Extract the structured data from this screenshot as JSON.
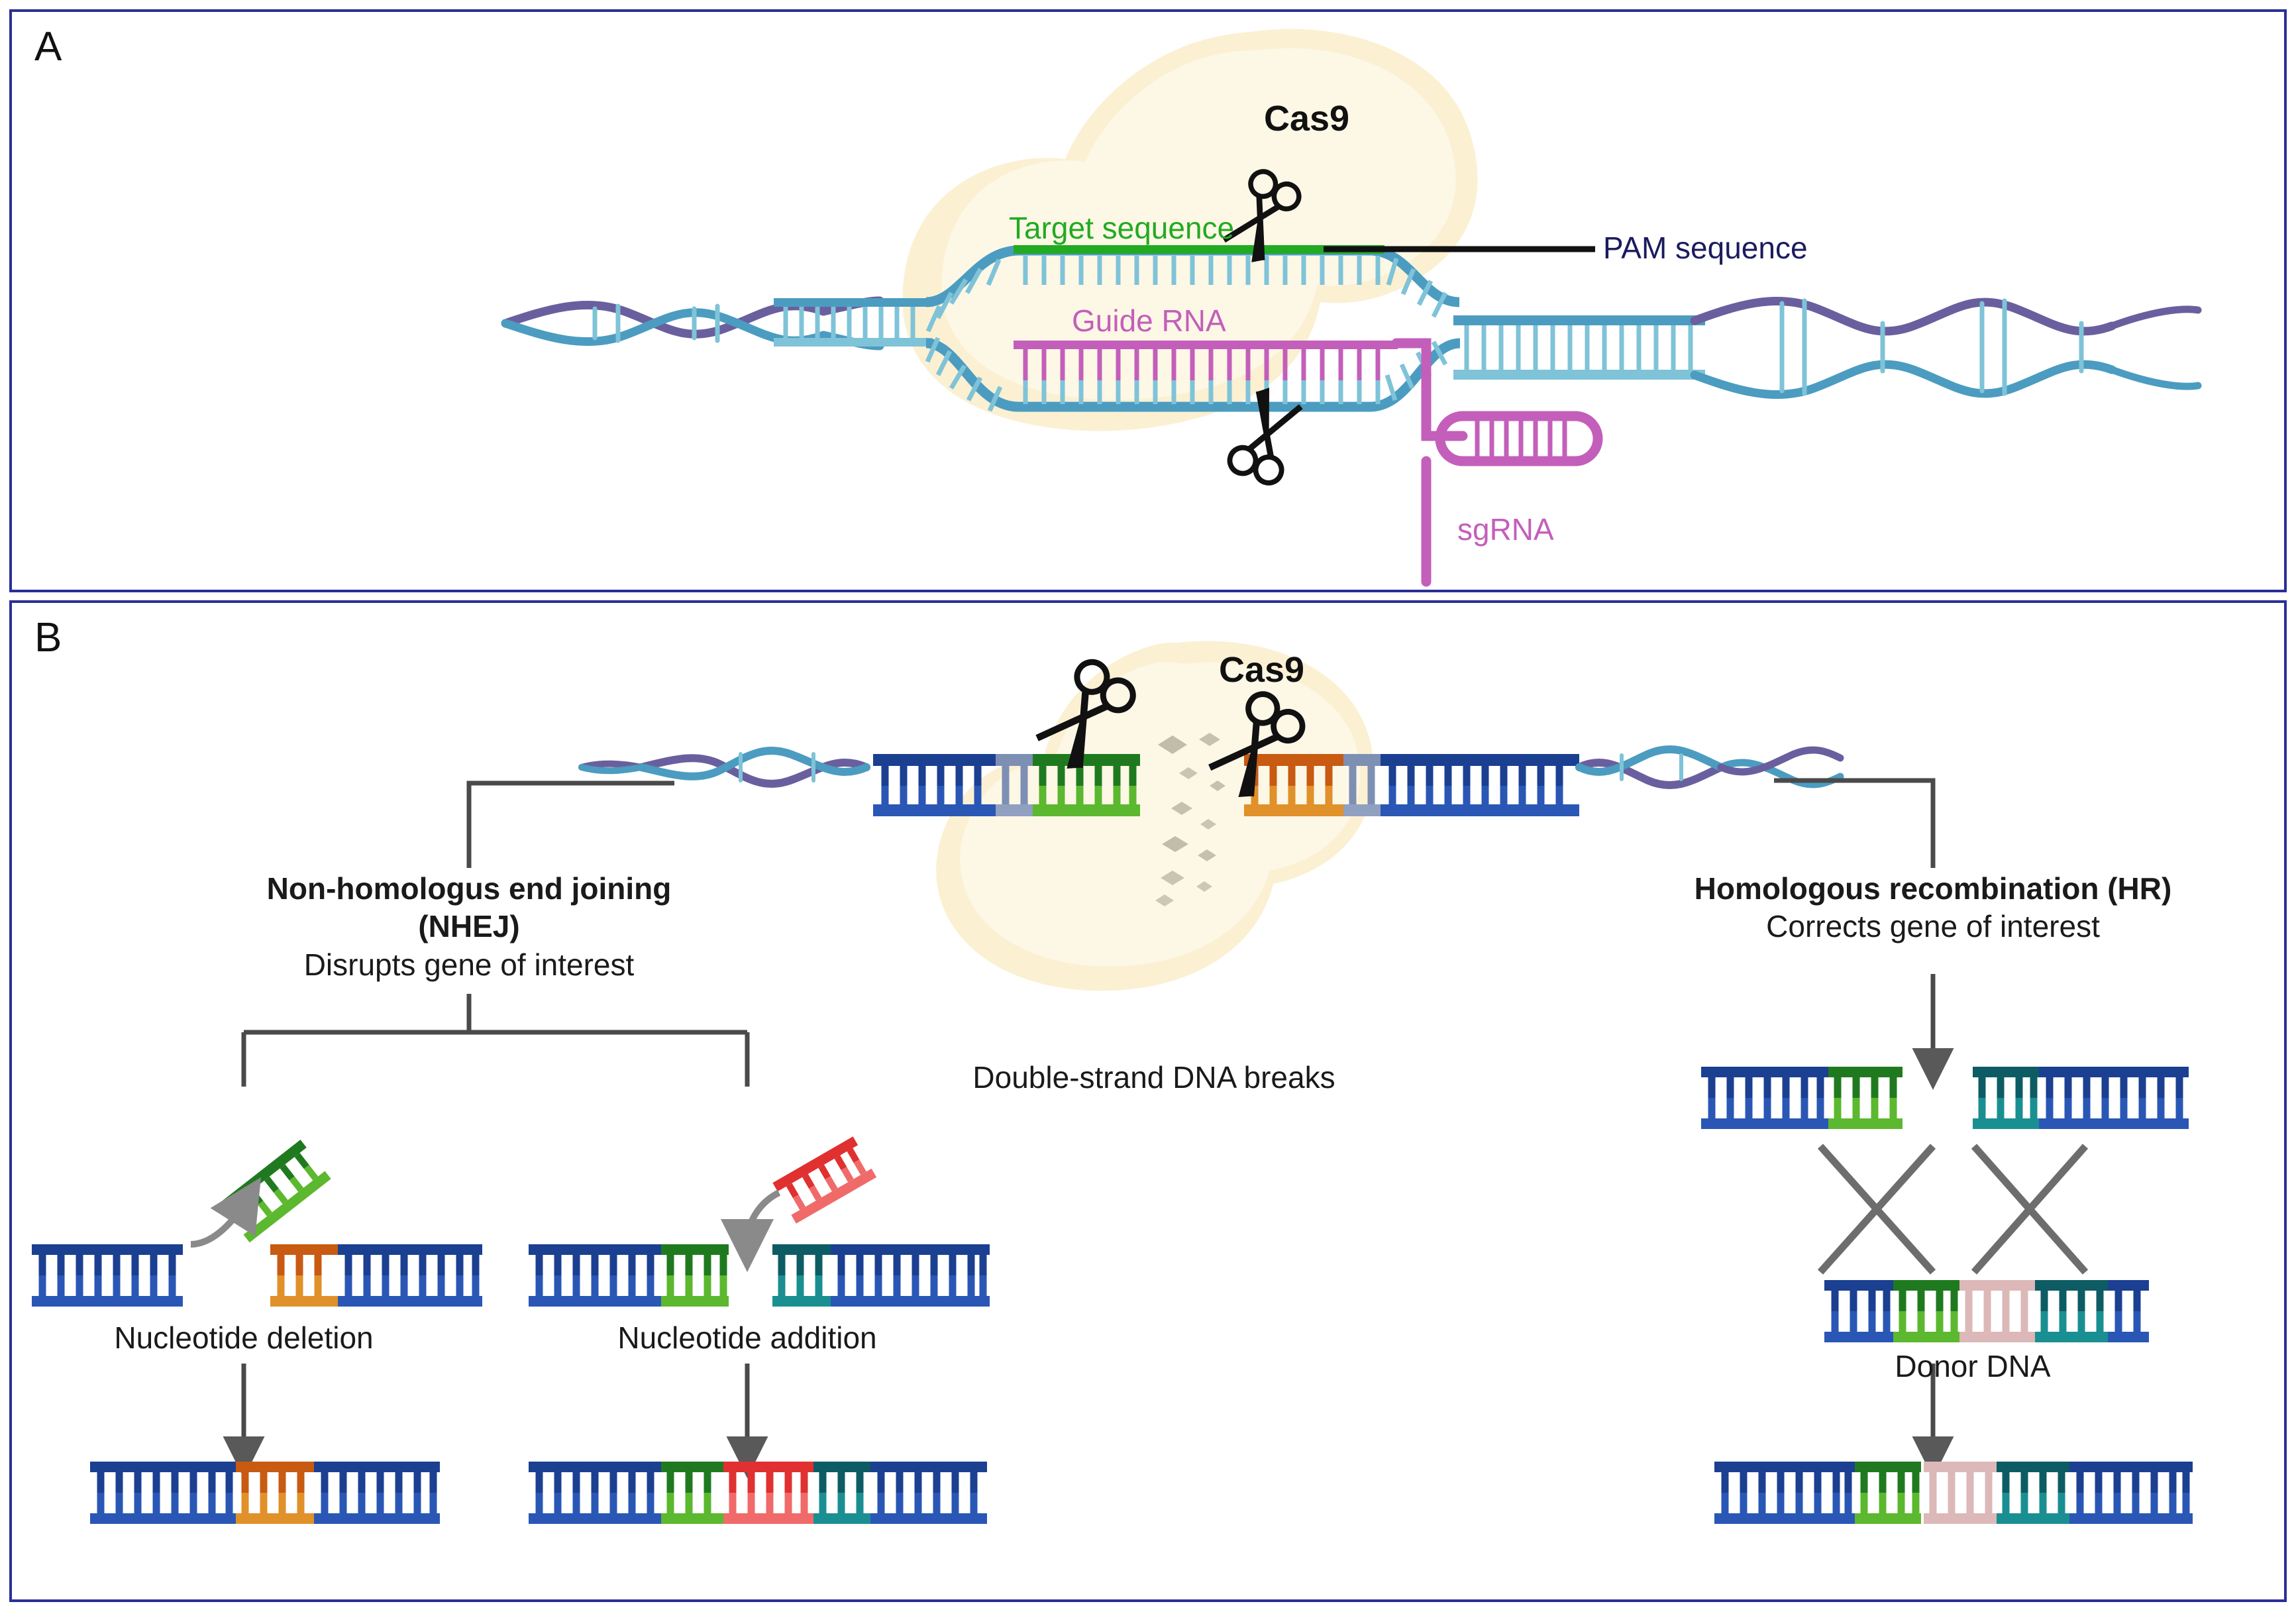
{
  "figure": {
    "title": "CRISPR-Cas9 genome editing mechanism",
    "panels": [
      {
        "letter": "A",
        "name": "cas9-target-recognition"
      },
      {
        "letter": "B",
        "name": "dna-repair-pathways"
      }
    ]
  },
  "colors": {
    "panel_border": "#2b2f97",
    "cas9_blob": "#fbf0d2",
    "cas9_blob_inner": "#fdf7e6",
    "dna_teal": "#4b9cc0",
    "dna_teal_light": "#7fc3d8",
    "dna_purple": "#6a5f9e",
    "target_green": "#22aa22",
    "guide_purple": "#c35fba",
    "pam_black": "#111111",
    "pam_text": "#1b1b5e",
    "ladder_blue_dark": "#1b3f91",
    "ladder_blue_light": "#2a57b5",
    "ladder_green_dark": "#1f7a1f",
    "ladder_green_light": "#5cb82e",
    "ladder_orange_dark": "#c85a12",
    "ladder_orange_light": "#e0912a",
    "ladder_teal_dark": "#0d5c64",
    "ladder_teal_light": "#1a8f92",
    "ladder_red_dark": "#e03030",
    "ladder_red_light": "#f06a6a",
    "ladder_pink": "#dcb8b8",
    "ladder_gray_blue": "#7d8fb3",
    "connector_gray": "#4a4a4a",
    "arrow_gray": "#7d7d7d",
    "debris_gray": "#b9b2a2"
  },
  "panel_a": {
    "letter": "A",
    "cas9_label": "Cas9",
    "target_sequence_label": "Target sequence",
    "guide_rna_label": "Guide RNA",
    "pam_label": "PAM sequence",
    "sgrna_label": "sgRNA"
  },
  "panel_b": {
    "letter": "B",
    "cas9_label": "Cas9",
    "dsb_label": "Double-strand DNA breaks",
    "nhej": {
      "title_line1": "Non-homologus end joining",
      "title_line2": "(NHEJ)",
      "subtitle": "Disrupts gene of interest",
      "deletion_label": "Nucleotide deletion",
      "addition_label": "Nucleotide addition"
    },
    "hr": {
      "title": "Homologous recombination (HR)",
      "subtitle": "Corrects gene of interest",
      "donor_label": "Donor DNA"
    }
  },
  "chart_data": {
    "type": "diagram",
    "title": "CRISPR-Cas9 mechanism and DNA repair outcomes",
    "panel_a_elements": [
      "Cas9 protein blob",
      "Genomic double-stranded DNA with R-loop bubble",
      "Target sequence (green, top strand)",
      "Guide RNA (purple, hybridised to bottom strand)",
      "PAM sequence (black pointer line)",
      "sgRNA hairpin (purple)",
      "Two scissors indicating dual-strand cleavage"
    ],
    "panel_b_elements": [
      "Cas9 blob with two scissors cutting DNA",
      "Grey debris fragments denoting double-strand break",
      "NHEJ branch -> nucleotide deletion and nucleotide addition",
      "HR branch -> donor DNA crossover and corrected gene"
    ],
    "dna_segments": {
      "center_strand": [
        "blue",
        "gray-blue",
        "green",
        "gap",
        "orange",
        "gray-blue",
        "blue"
      ],
      "deletion_left_fragment": [
        "blue"
      ],
      "deletion_right_fragment": [
        "orange",
        "blue"
      ],
      "deletion_excised": [
        "green"
      ],
      "deletion_product": [
        "blue",
        "orange",
        "blue"
      ],
      "addition_left_fragment": [
        "blue",
        "green"
      ],
      "addition_right_fragment": [
        "teal",
        "blue"
      ],
      "addition_inserted": [
        "red"
      ],
      "addition_product": [
        "blue",
        "green",
        "red",
        "teal",
        "blue"
      ],
      "hr_left_strand": [
        "blue",
        "green"
      ],
      "hr_right_strand": [
        "teal",
        "blue"
      ],
      "hr_donor": [
        "blue",
        "green",
        "pink",
        "teal",
        "blue"
      ],
      "hr_product": [
        "blue",
        "green",
        "pink",
        "teal",
        "blue"
      ]
    }
  }
}
